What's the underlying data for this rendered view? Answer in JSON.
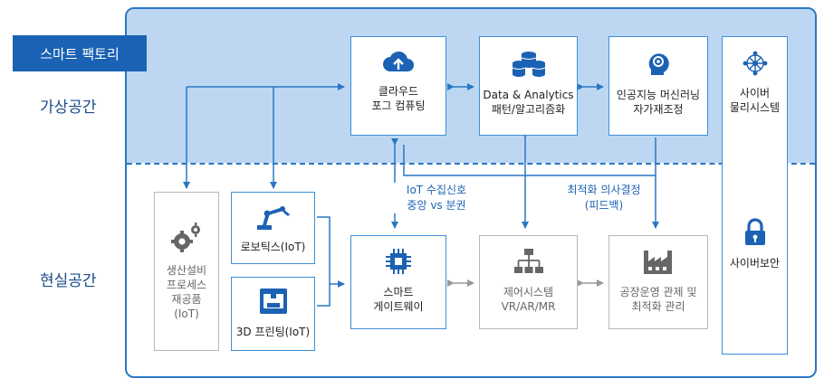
{
  "header": {
    "tag": "스마트 팩토리"
  },
  "layers": {
    "virtual": "가상공간",
    "real": "현실공간"
  },
  "virtual_boxes": {
    "cloud": "클라우드\n포그 컴퓨팅",
    "analytics_l1": "Data & Analytics",
    "analytics_l2": "패턴/알고리즘화",
    "ai": "인공지능 머신러닝\n자가재조정"
  },
  "cps": {
    "title": "사이버\n물리시스템",
    "security": "사이버보안"
  },
  "real_boxes": {
    "equipment": "생산설비\n프로세스\n재공품\n(IoT)",
    "robotics": "로보틱스(IoT)",
    "printing": "3D 프린팅(IoT)",
    "gateway": "스마트\n게이트웨이",
    "control": "제어시스템\nVR/AR/MR",
    "operation": "공장운영 관제 및\n최적화 관리"
  },
  "notes": {
    "iot_signal": "IoT 수집신호\n중앙 vs 분권",
    "decision": "최적화 의사결정\n(피드백)"
  },
  "colors": {
    "accent": "#1b62b4",
    "line": "#2a77c4",
    "virtual_bg": "#bdd7f3",
    "gray": "#b8b8b8"
  },
  "icons": [
    "cloud-upload-icon",
    "database-icon",
    "ai-head-icon",
    "network-globe-icon",
    "gears-icon",
    "robot-arm-icon",
    "3d-printer-icon",
    "chip-icon",
    "hierarchy-icon",
    "factory-icon",
    "lock-icon"
  ]
}
